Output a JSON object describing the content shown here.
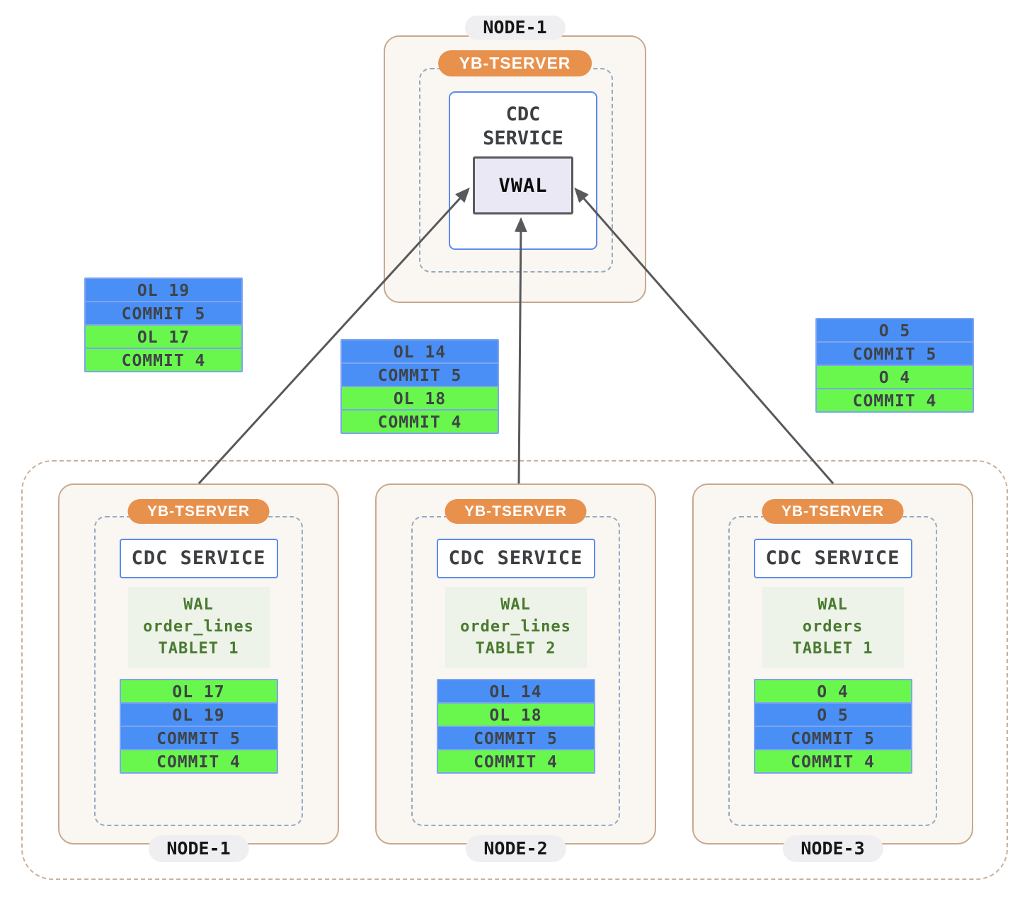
{
  "diagram": {
    "top_node": {
      "label": "NODE-1",
      "tserver_label": "YB-TSERVER",
      "cdc_service_label": "CDC SERVICE",
      "vwal_label": "VWAL"
    },
    "floating_stacks": [
      {
        "records": [
          {
            "text": "OL 19",
            "color": "blue"
          },
          {
            "text": "COMMIT 5",
            "color": "blue"
          },
          {
            "text": "OL 17",
            "color": "green"
          },
          {
            "text": "COMMIT 4",
            "color": "green"
          }
        ]
      },
      {
        "records": [
          {
            "text": "OL 14",
            "color": "blue"
          },
          {
            "text": "COMMIT 5",
            "color": "blue"
          },
          {
            "text": "OL 18",
            "color": "green"
          },
          {
            "text": "COMMIT 4",
            "color": "green"
          }
        ]
      },
      {
        "records": [
          {
            "text": "O 5",
            "color": "blue"
          },
          {
            "text": "COMMIT 5",
            "color": "blue"
          },
          {
            "text": "O 4",
            "color": "green"
          },
          {
            "text": "COMMIT 4",
            "color": "green"
          }
        ]
      }
    ],
    "cluster_nodes": [
      {
        "label": "NODE-1",
        "tserver_label": "YB-TSERVER",
        "cdc_service_label": "CDC SERVICE",
        "wal_lines": [
          "WAL",
          "order_lines",
          "TABLET 1"
        ],
        "records": [
          {
            "text": "OL 17",
            "color": "green"
          },
          {
            "text": "OL 19",
            "color": "blue"
          },
          {
            "text": "COMMIT 5",
            "color": "blue"
          },
          {
            "text": "COMMIT 4",
            "color": "green"
          }
        ]
      },
      {
        "label": "NODE-2",
        "tserver_label": "YB-TSERVER",
        "cdc_service_label": "CDC SERVICE",
        "wal_lines": [
          "WAL",
          "order_lines",
          "TABLET 2"
        ],
        "records": [
          {
            "text": "OL 14",
            "color": "blue"
          },
          {
            "text": "OL 18",
            "color": "green"
          },
          {
            "text": "COMMIT 5",
            "color": "blue"
          },
          {
            "text": "COMMIT 4",
            "color": "green"
          }
        ]
      },
      {
        "label": "NODE-3",
        "tserver_label": "YB-TSERVER",
        "cdc_service_label": "CDC SERVICE",
        "wal_lines": [
          "WAL",
          "orders",
          "TABLET 1"
        ],
        "records": [
          {
            "text": "O 4",
            "color": "green"
          },
          {
            "text": "O 5",
            "color": "blue"
          },
          {
            "text": "COMMIT 5",
            "color": "blue"
          },
          {
            "text": "COMMIT 4",
            "color": "green"
          }
        ]
      }
    ]
  },
  "colors": {
    "record_blue": "#4a8ff5",
    "record_green": "#69f74e",
    "accent_orange": "#e8914d",
    "node_border_tan": "#c7a98f",
    "node_bg_cream": "#faf6f2",
    "dashed_blue_gray": "#94abc1",
    "cdc_border_blue": "#5c8cec",
    "vwal_bg_lavender": "#e9e8f4",
    "wal_text_green": "#4a7a2f",
    "wal_bg_green": "#edf3e9",
    "label_pill_gray": "#efeff1",
    "arrow_gray": "#57595c"
  }
}
